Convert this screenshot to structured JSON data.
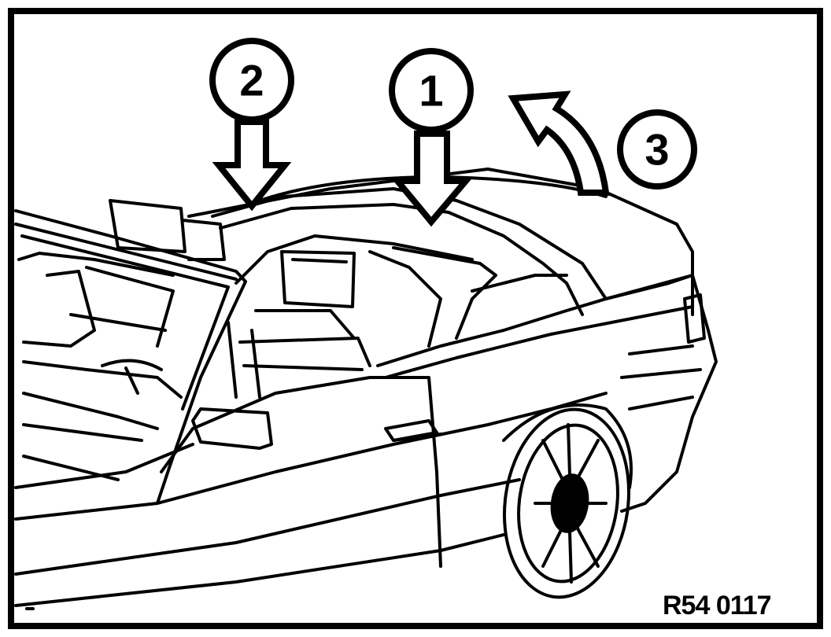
{
  "figure": {
    "reference": "R54 0117",
    "callouts": [
      {
        "number": "1",
        "marker": "down-arrow"
      },
      {
        "number": "2",
        "marker": "down-arrow"
      },
      {
        "number": "3",
        "marker": "curved-up-arrow"
      }
    ]
  },
  "colors": {
    "line": "#000000",
    "background": "#ffffff"
  }
}
